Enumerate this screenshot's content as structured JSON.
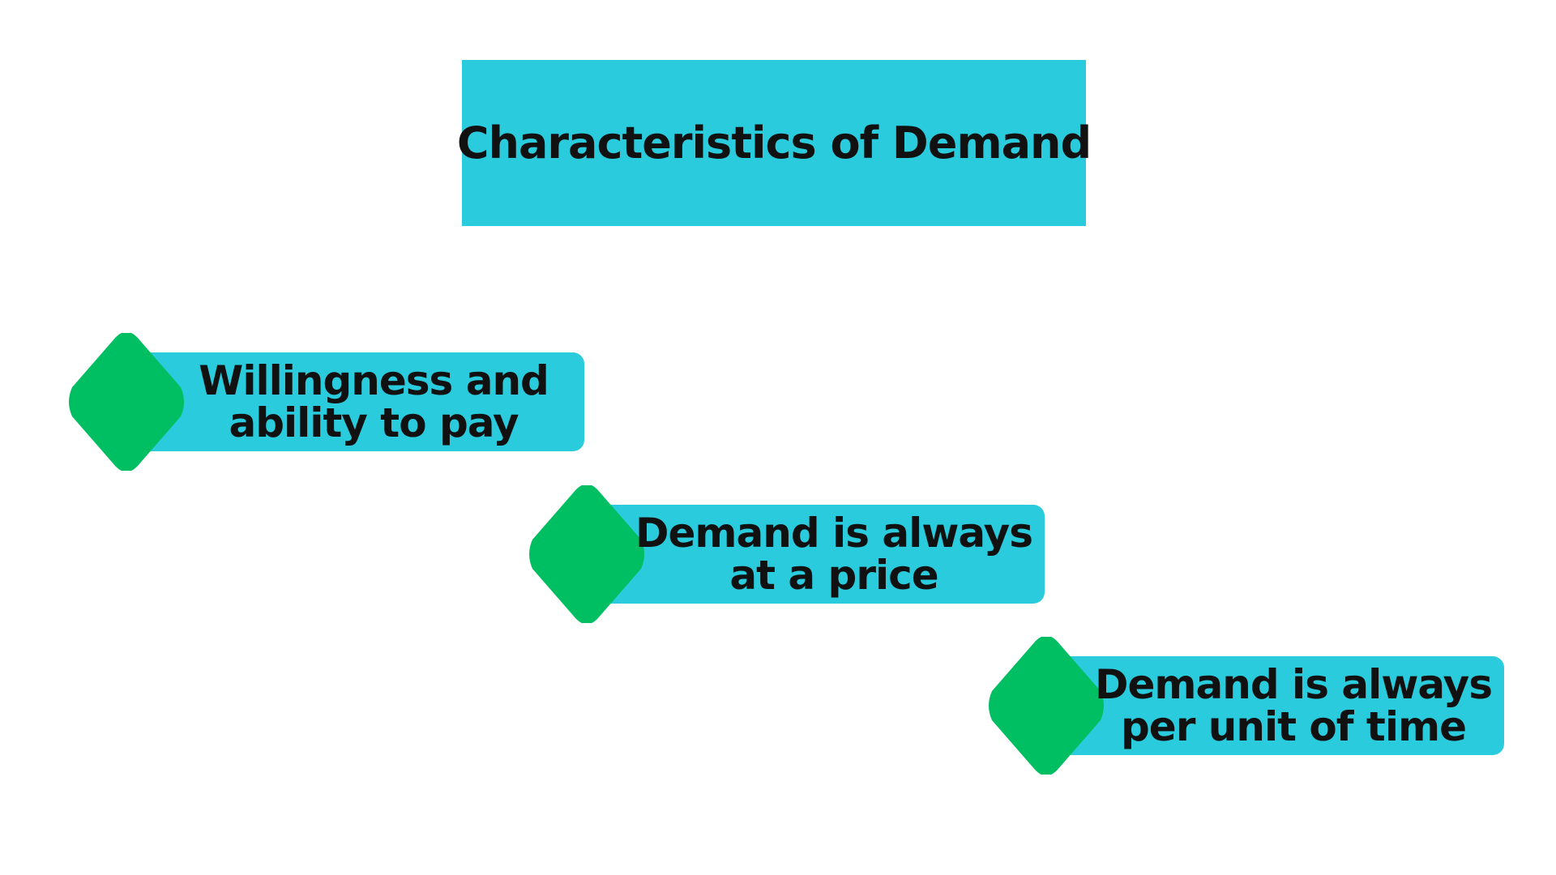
{
  "title": "Characteristics of Demand",
  "items": [
    {
      "label": "Willingness and ability to pay"
    },
    {
      "label": "Demand is always at a price"
    },
    {
      "label": "Demand is always per unit of time"
    }
  ],
  "colors": {
    "box": "#29CBDC",
    "diamond": "#00BF63",
    "text": "#111111",
    "background": "#FFFFFF"
  },
  "icons": {
    "bullet": "diamond-icon"
  }
}
